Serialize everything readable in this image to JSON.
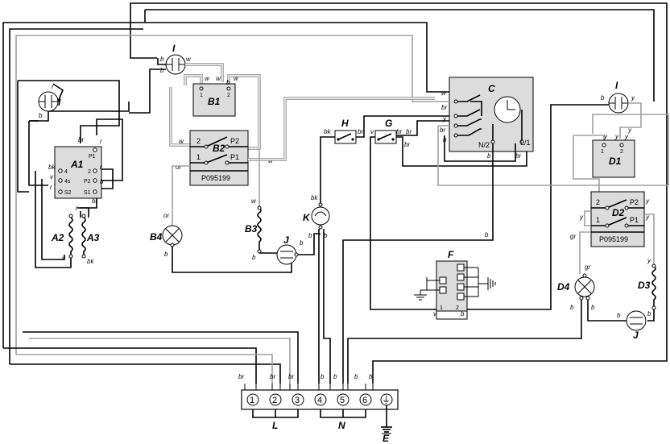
{
  "components": {
    "A1": "A1",
    "A2": "A2",
    "A3": "A3",
    "B1": "B1",
    "B2": "B2",
    "B3": "B3",
    "B4": "B4",
    "C": "C",
    "D1": "D1",
    "D2": "D2",
    "D3": "D3",
    "D4": "D4",
    "F": "F",
    "G": "G",
    "H": "H",
    "I_top": "I",
    "I_left": "I",
    "I_right": "I",
    "J_mid": "J",
    "J_right": "J",
    "K": "K"
  },
  "part_numbers": {
    "b2": "P095199",
    "d2": "P095199"
  },
  "switch_pins": {
    "b2": [
      "2",
      "P2",
      "1",
      "P1"
    ],
    "d2": [
      "2",
      "P2",
      "1",
      "P1"
    ],
    "c": [
      "N/2",
      "L/1"
    ],
    "b1": [
      "1",
      "2"
    ],
    "d1": [
      "1",
      "2"
    ]
  },
  "a1_pins": [
    "P1",
    "2",
    "P2",
    "S1",
    "4",
    "4s",
    "S2"
  ],
  "f_pins": [
    "1",
    "2"
  ],
  "wire_labels": {
    "w": "w",
    "b": "b",
    "r": "r",
    "bk": "bk",
    "br": "br",
    "or": "or",
    "y": "y",
    "v": "v",
    "gr": "gr"
  },
  "terminals": [
    "1",
    "2",
    "3",
    "4",
    "5",
    "6"
  ],
  "ground_symbol": "⏚",
  "groups": {
    "L": "L",
    "N": "N",
    "E": "E"
  }
}
